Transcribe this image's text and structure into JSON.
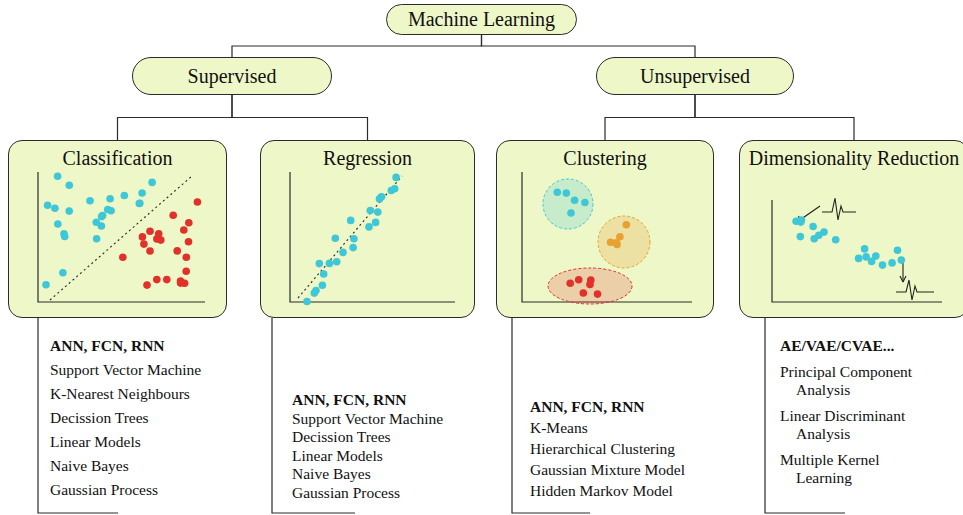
{
  "diagram": {
    "nodes": [
      {
        "text": [
          "Machine Learning"
        ]
      },
      {
        "text": [
          "Supervised"
        ]
      },
      {
        "text": [
          "Unsupervised"
        ]
      },
      {
        "text": [
          "Classification"
        ]
      },
      {
        "text": [
          "Regression"
        ]
      },
      {
        "text": [
          "Clustering"
        ]
      },
      {
        "text": [
          "Dimensionality Reduction"
        ]
      }
    ],
    "edges": [
      {
        "from": 0,
        "to": 1,
        "arrow": "none"
      },
      {
        "from": 0,
        "to": 2,
        "arrow": "none"
      },
      {
        "from": 1,
        "to": 3,
        "arrow": "none"
      },
      {
        "from": 1,
        "to": 4,
        "arrow": "none"
      },
      {
        "from": 2,
        "to": 5,
        "arrow": "none"
      },
      {
        "from": 2,
        "to": 6,
        "arrow": "none"
      }
    ],
    "labels": [
      "ANN, FCN, RNN",
      "Support Vector Machine",
      "K-Nearest Neighbours",
      "Decission Trees",
      "Linear Models",
      "Naive Bayes",
      "Gaussian Process",
      "ANN, FCN, RNN",
      "Support Vector Machine",
      "Decission Trees",
      "Linear Models",
      "Naive Bayes",
      "Gaussian Process",
      "ANN, FCN, RNN",
      "K-Means",
      "Hierarchical Clustering",
      "Gaussian Mixture Model",
      "Hidden Markov Model",
      "AE/VAE/CVAE...",
      "Principal Component Analysis",
      "Linear Discriminant Analysis",
      "Multiple Kernel Learning"
    ]
  }
}
